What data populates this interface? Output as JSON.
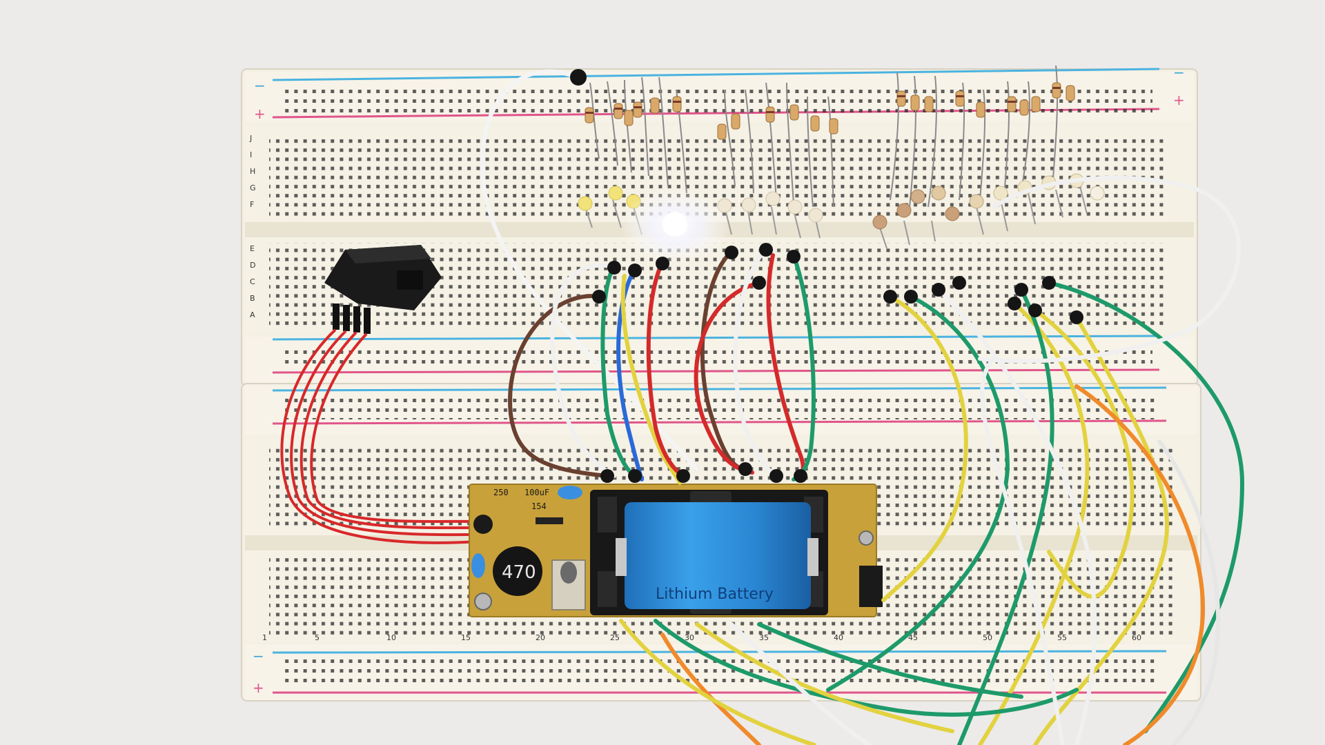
{
  "photo": {
    "battery_label": "Lithium Battery",
    "inductor_label": "470",
    "pcb_text_1": "250",
    "pcb_text_2": "100uF",
    "pcb_text_3": "154",
    "rail_minus": "−",
    "rail_plus": "+",
    "row_letters_top": [
      "J",
      "I",
      "H",
      "G",
      "F"
    ],
    "row_letters_bottom": [
      "E",
      "D",
      "C",
      "B",
      "A"
    ],
    "column_numbers": [
      "1",
      "5",
      "10",
      "15",
      "20",
      "25",
      "30",
      "35",
      "40",
      "45",
      "50",
      "55",
      "60"
    ],
    "colors": {
      "background": "#ecebea",
      "breadboard": "#f6f2e6",
      "rail_blue": "#4ab3e0",
      "rail_red": "#e0558a",
      "battery_blue": "#2f8ed8",
      "pcb": "#c9a13a",
      "led_glow": "#ffffff"
    }
  }
}
